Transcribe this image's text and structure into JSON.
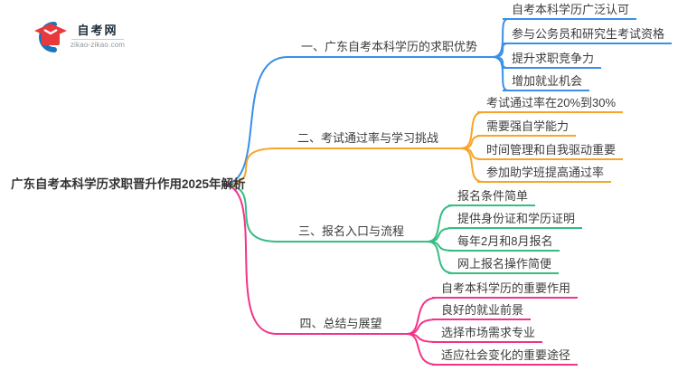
{
  "logo": {
    "site_name": "自考网",
    "domain": "zikao-zikao.com",
    "icon": "graduation-cap-in-blue-crescent",
    "icon_colors": {
      "crescent_blue": "#1b75bb",
      "cap_red": "#e8393d"
    }
  },
  "mindmap": {
    "root": "广东自考本科学历求职晋升作用2025年解析",
    "branches": [
      {
        "label": "一、广东自考本科学历的求职优势",
        "color": "#3a8fe8",
        "children": [
          "自考本科学历广泛认可",
          "参与公务员和研究生考试资格",
          "提升求职竞争力",
          "增加就业机会"
        ]
      },
      {
        "label": "二、考试通过率与学习挑战",
        "color": "#f7a52a",
        "children": [
          "考试通过率在20%到30%",
          "需要强自学能力",
          "时间管理和自我驱动重要",
          "参加助学班提高通过率"
        ]
      },
      {
        "label": "三、报名入口与流程",
        "color": "#35bd82",
        "children": [
          "报名条件简单",
          "提供身份证和学历证明",
          "每年2月和8月报名",
          "网上报名操作简便"
        ]
      },
      {
        "label": "四、总结与展望",
        "color": "#f23389",
        "children": [
          "自考本科学历的重要作用",
          "良好的就业前景",
          "选择市场需求专业",
          "适应社会变化的重要途径"
        ]
      }
    ]
  }
}
